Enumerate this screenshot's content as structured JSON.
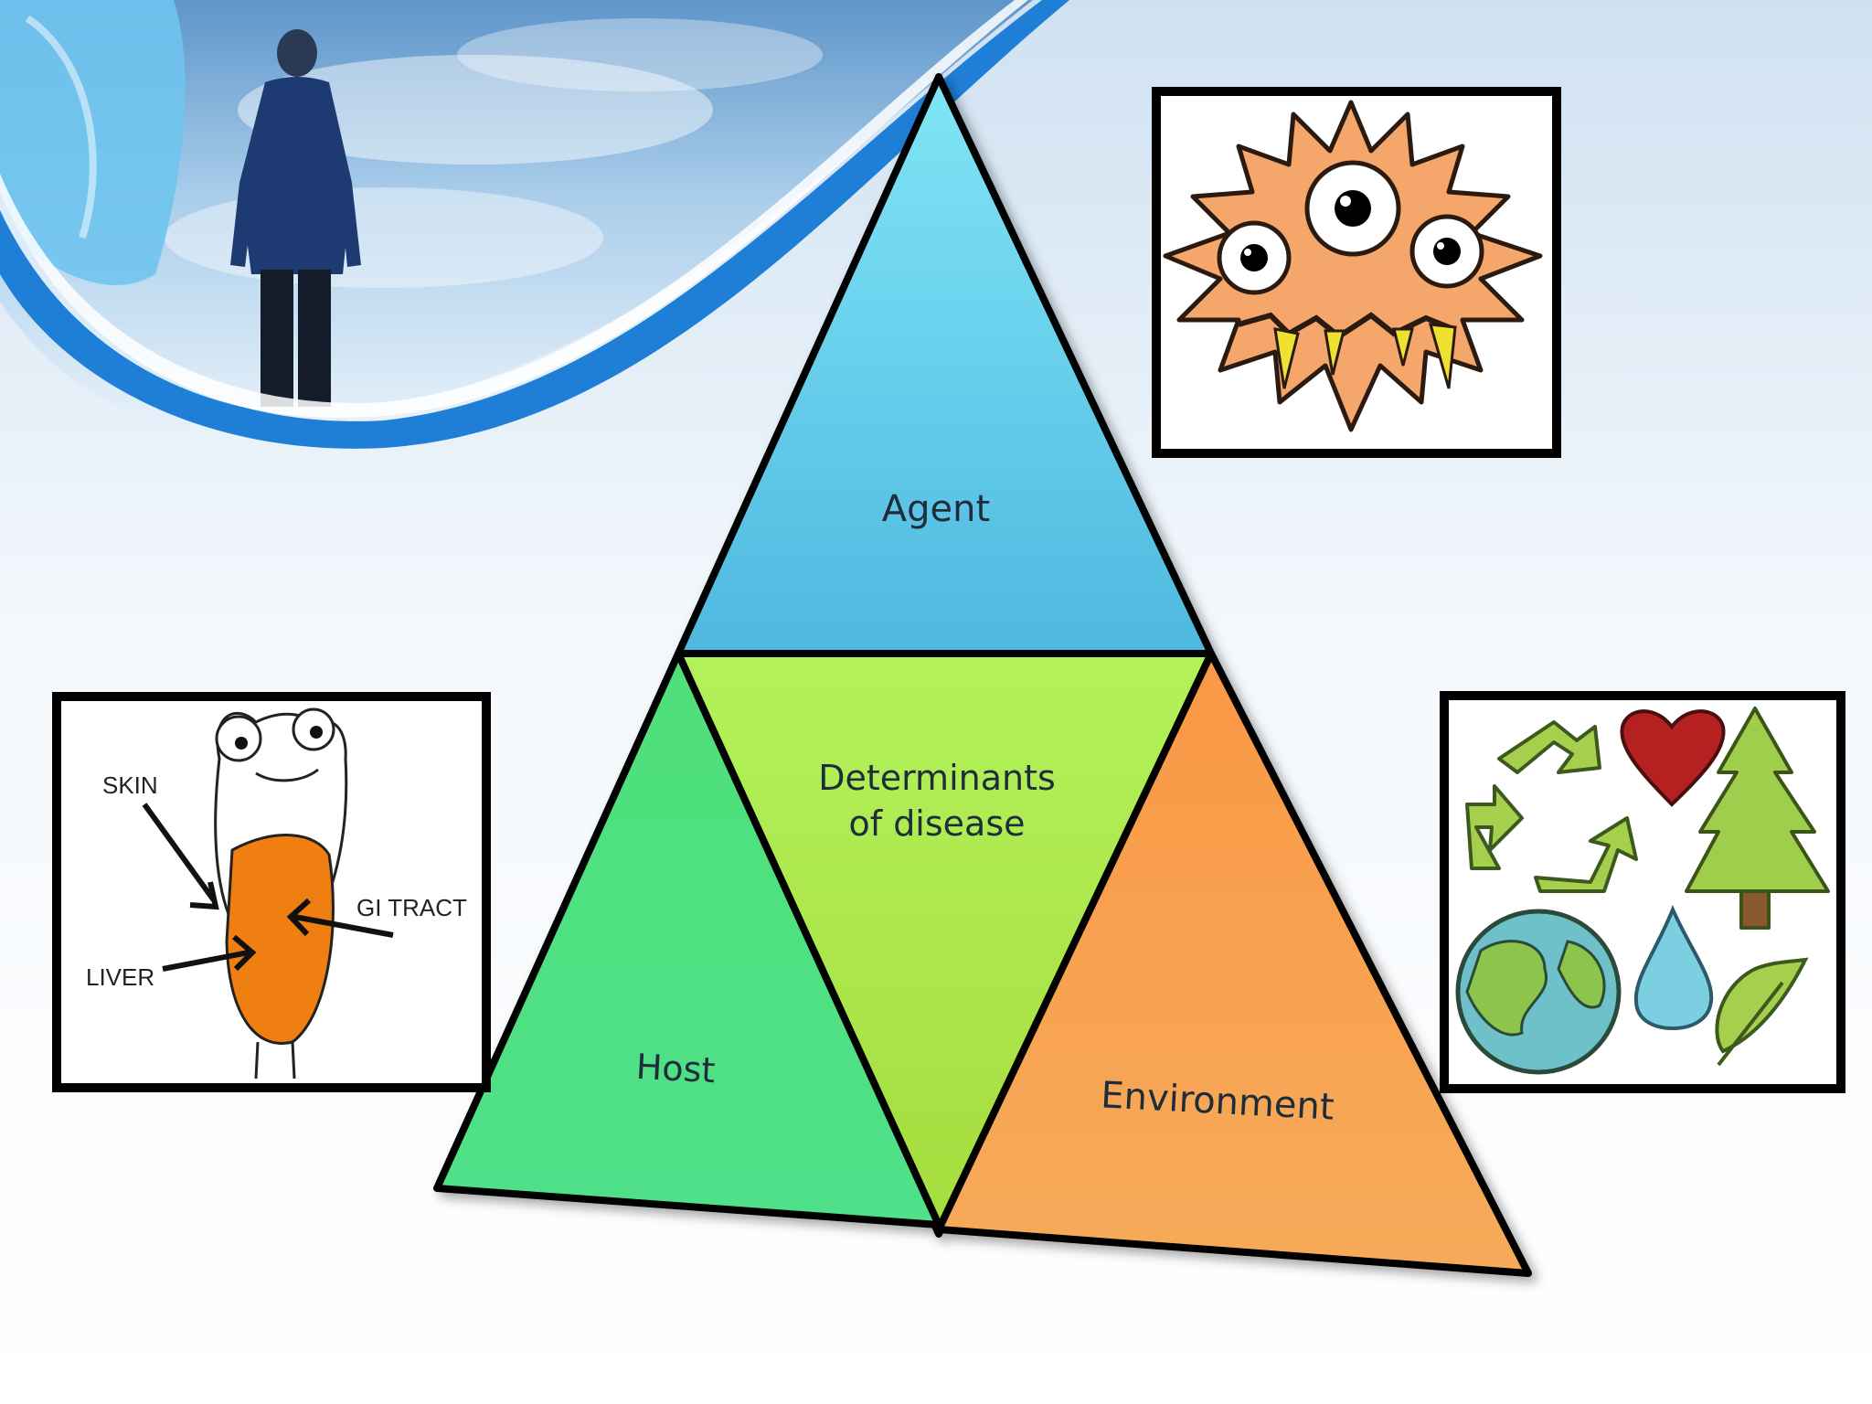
{
  "diagram": {
    "top": "Agent",
    "center_line1": "Determinants",
    "center_line2": "of disease",
    "left": "Host",
    "right": "Environment"
  },
  "host_image": {
    "skin": "SKIN",
    "gi_tract": "GI TRACT",
    "liver": "LIVER"
  },
  "colors": {
    "agent": "#5ec8e6",
    "center": "#b5e84a",
    "host": "#4fdc7a",
    "environment": "#f6a150",
    "frame": "#000000"
  },
  "icons": [
    "germ-monster-icon",
    "body-organs-icon",
    "recycle-icon",
    "heart-icon",
    "tree-icon",
    "earth-icon",
    "water-drop-icon",
    "leaf-icon"
  ]
}
